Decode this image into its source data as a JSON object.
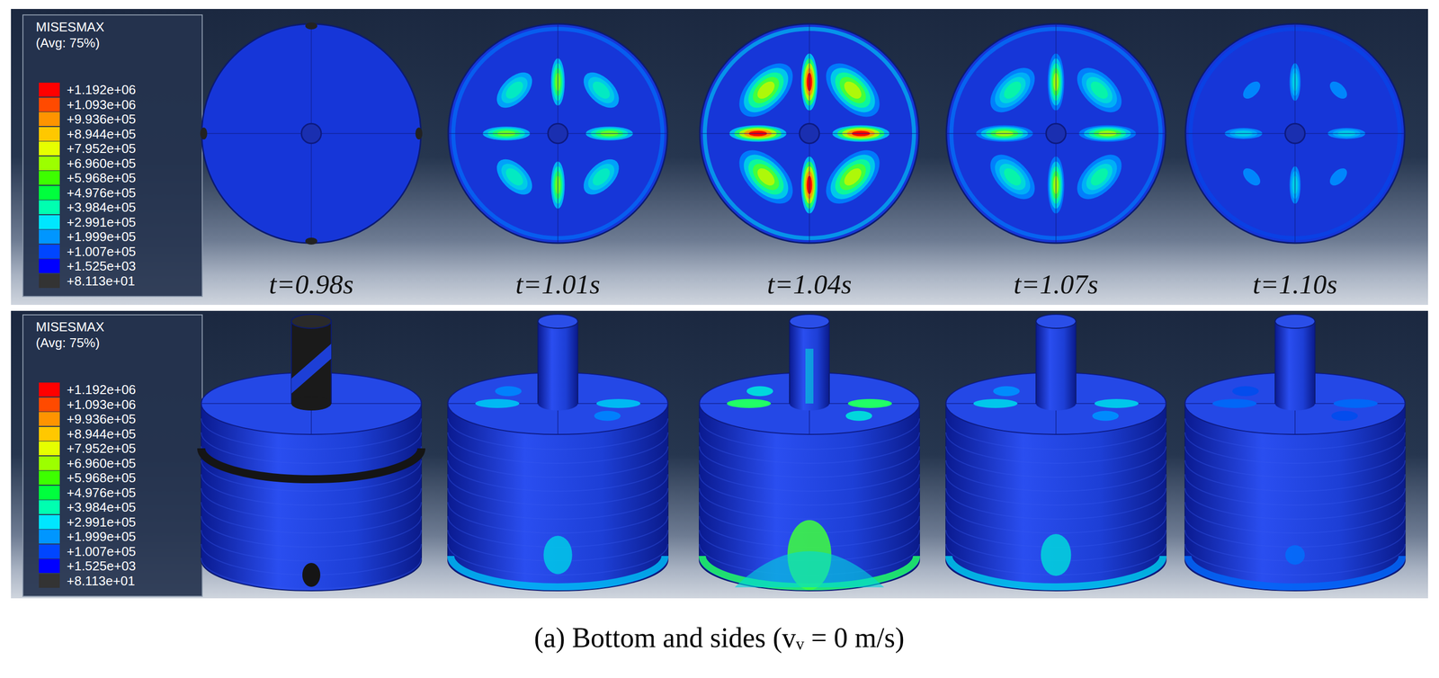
{
  "diagram": {
    "caption": "(a) Bottom and sides (vᵥ = 0 m/s)",
    "labels": [
      "MISESMAX",
      "(Avg: 75%)",
      "t=0.98s",
      "t=1.01s",
      "t=1.04s",
      "t=1.07s",
      "t=1.10s",
      "MISESMAX",
      "(Avg: 75%)"
    ],
    "legend": [
      {
        "text": "+1.192e+06",
        "color": "#ff0000"
      },
      {
        "text": "+1.093e+06",
        "color": "#ff4a00"
      },
      {
        "text": "+9.936e+05",
        "color": "#ff9400"
      },
      {
        "text": "+8.944e+05",
        "color": "#ffc800"
      },
      {
        "text": "+7.952e+05",
        "color": "#e6ff00"
      },
      {
        "text": "+6.960e+05",
        "color": "#9cff00"
      },
      {
        "text": "+5.968e+05",
        "color": "#3dff00"
      },
      {
        "text": "+4.976e+05",
        "color": "#00ff3d"
      },
      {
        "text": "+3.984e+05",
        "color": "#00ffb0"
      },
      {
        "text": "+2.991e+05",
        "color": "#00e6ff"
      },
      {
        "text": "+1.999e+05",
        "color": "#0096ff"
      },
      {
        "text": "+1.007e+05",
        "color": "#0046ff"
      },
      {
        "text": "+1.525e+03",
        "color": "#0000ff"
      },
      {
        "text": "+8.113e+01",
        "color": "#333333"
      },
      {
        "text": "+1.192e+06",
        "color": "#ff0000"
      },
      {
        "text": "+1.093e+06",
        "color": "#ff4a00"
      },
      {
        "text": "+9.936e+05",
        "color": "#ff9400"
      },
      {
        "text": "+8.944e+05",
        "color": "#ffc800"
      },
      {
        "text": "+7.952e+05",
        "color": "#e6ff00"
      },
      {
        "text": "+6.960e+05",
        "color": "#9cff00"
      },
      {
        "text": "+5.968e+05",
        "color": "#3dff00"
      },
      {
        "text": "+4.976e+05",
        "color": "#00ff3d"
      },
      {
        "text": "+3.984e+05",
        "color": "#00ffb0"
      },
      {
        "text": "+2.991e+05",
        "color": "#00e6ff"
      },
      {
        "text": "+1.999e+05",
        "color": "#0096ff"
      },
      {
        "text": "+1.007e+05",
        "color": "#0046ff"
      },
      {
        "text": "+1.525e+03",
        "color": "#0000ff"
      },
      {
        "text": "+8.113e+01",
        "color": "#333333"
      }
    ]
  }
}
